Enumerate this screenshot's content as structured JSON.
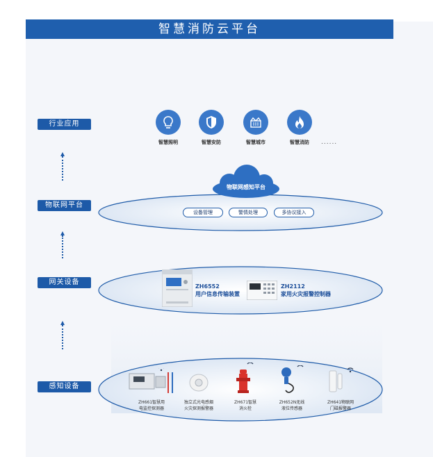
{
  "title": "智慧消防云平台",
  "layers": {
    "industry": "行业应用",
    "iot_platform": "物联网平台",
    "gateway": "网关设备",
    "sensing": "感知设备"
  },
  "apps": [
    {
      "label": "智慧照明",
      "icon": "bulb-icon"
    },
    {
      "label": "智慧安防",
      "icon": "shield-icon"
    },
    {
      "label": "智慧城市",
      "icon": "city-icon"
    },
    {
      "label": "智慧消防",
      "icon": "flame-icon"
    }
  ],
  "apps_more": "......",
  "platform": {
    "cloud_label": "物联网感知平台",
    "functions": [
      "设备管理",
      "警情处理",
      "多协议接入"
    ]
  },
  "gateway_devices": [
    {
      "model": "ZH6552",
      "name": "用户信息传输装置"
    },
    {
      "model": "ZH2112",
      "name": "家用火灾报警控制器"
    }
  ],
  "sensors": [
    {
      "line1": "ZH661智慧用",
      "line2": "电监控探测器"
    },
    {
      "line1": "独立式光电感烟",
      "line2": "火灾探测报警器"
    },
    {
      "line1": "ZH671智慧",
      "line2": "消火栓"
    },
    {
      "line1": "ZH652N无线",
      "line2": "液位传感器"
    },
    {
      "line1": "ZH641物联网",
      "line2": "门磁报警器"
    }
  ],
  "colors": {
    "primary": "#1f5fae",
    "accent": "#3a78c9",
    "hydrant": "#d9322b"
  }
}
